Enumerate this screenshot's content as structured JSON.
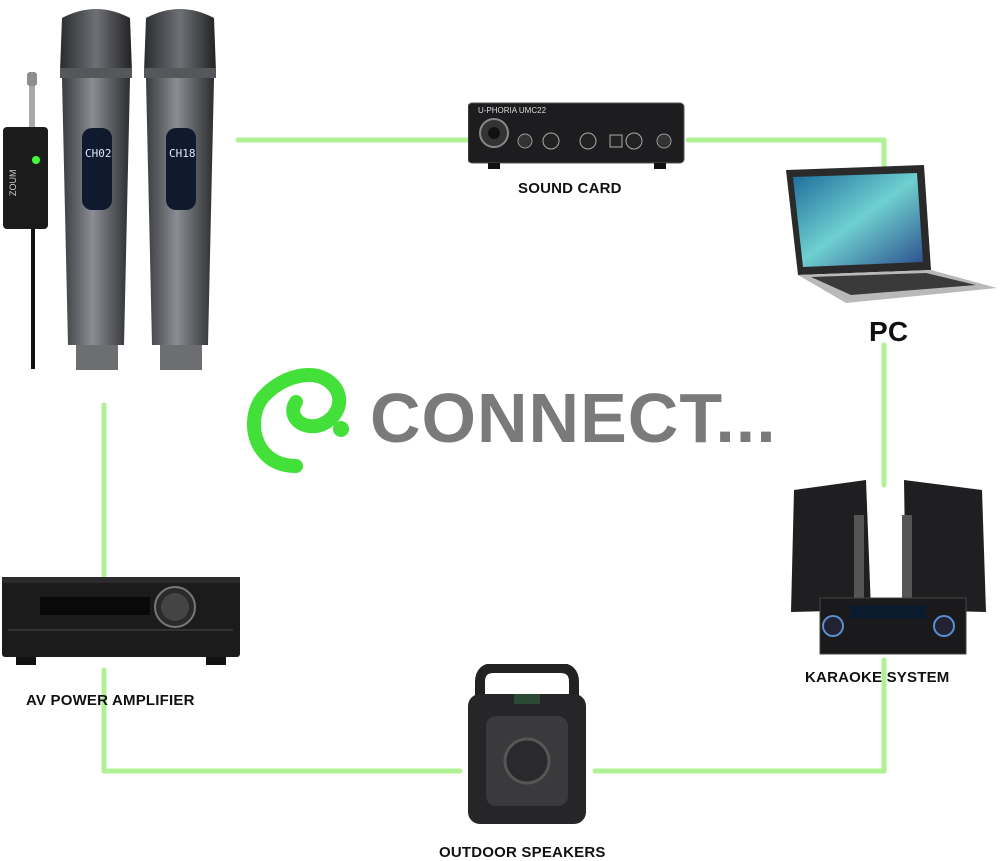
{
  "logo": {
    "text": "CONNECT..."
  },
  "devices": {
    "sound_card": {
      "label": "SOUND CARD",
      "model_text": "U-PHORIA UMC22"
    },
    "pc": {
      "label": "PC"
    },
    "karaoke_system": {
      "label": "KARAOKE SYSTEM"
    },
    "outdoor_speakers": {
      "label": "OUTDOOR SPEAKERS"
    },
    "av_power_amplifier": {
      "label": "AV POWER AMPLIFIER"
    },
    "microphones": {
      "channels": [
        "CH02",
        "CH18"
      ],
      "receiver_brand": "ZOUM"
    }
  },
  "colors": {
    "connector": "#9ef07a",
    "logo_green": "#44e03a",
    "logo_text": "#7a7a7a"
  }
}
